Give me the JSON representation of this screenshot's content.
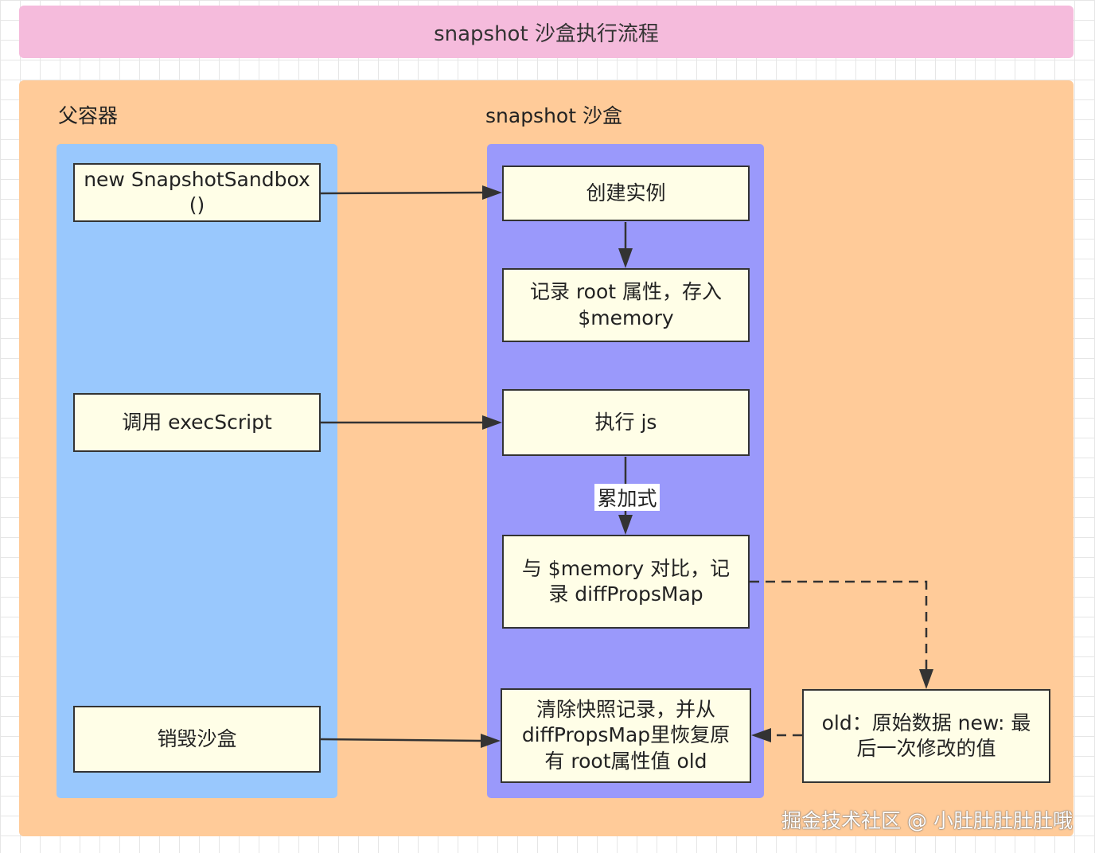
{
  "title": "snapshot 沙盒执行流程",
  "lanes": {
    "parent": {
      "label": "父容器"
    },
    "sandbox": {
      "label": "snapshot 沙盒"
    }
  },
  "nodes": {
    "new_sandbox": "new SnapshotSandbox()",
    "call_exec": "调用 execScript",
    "destroy": "销毁沙盒",
    "create_instance": "创建实例",
    "record_root": "记录 root 属性，存入 $memory",
    "exec_js": "执行 js",
    "compare": "与 $memory 对比，记录 diffPropsMap",
    "restore": "清除快照记录，并从 diffPropsMap里恢复原有 root属性值 old",
    "note": "old：原始数据 new: 最后一次修改的值"
  },
  "edges": {
    "accumulative_label": "累加式"
  },
  "watermark": "掘金技术社区 @ 小肚肚肚肚肚哦",
  "colors": {
    "banner": "#f5bbdc",
    "outer": "#ffcb99",
    "parent_lane": "#99c8fd",
    "sandbox_lane": "#9a99fb",
    "node_fill": "#fffee7",
    "stroke": "#333333"
  }
}
